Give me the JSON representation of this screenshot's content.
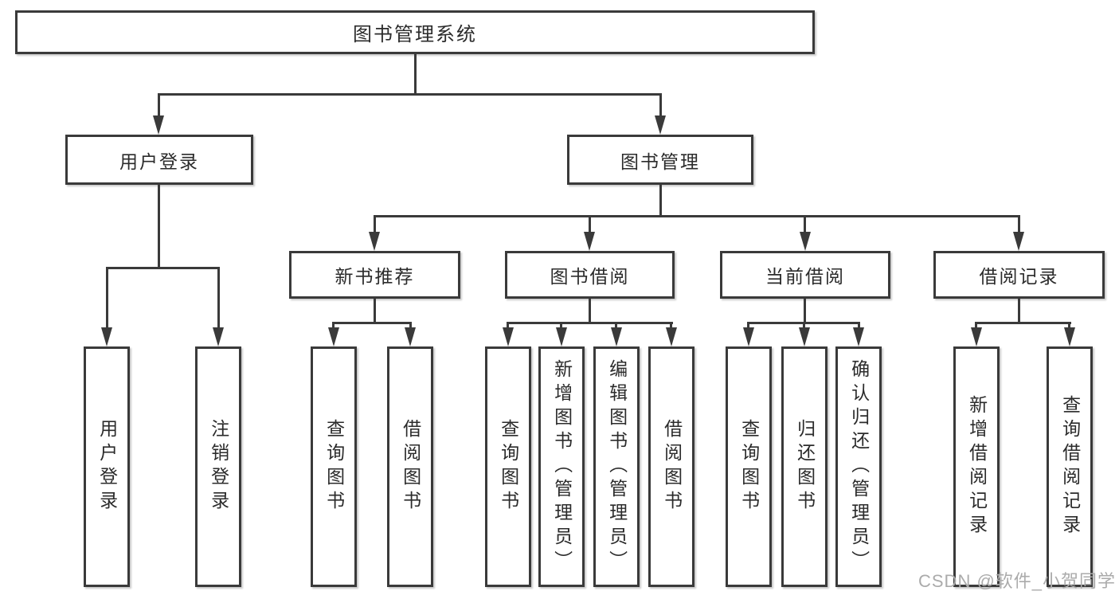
{
  "tree": {
    "root": {
      "label": "图书管理系统",
      "children": [
        {
          "label": "用户登录",
          "children": [
            {
              "label": "用户登录"
            },
            {
              "label": "注销登录"
            }
          ]
        },
        {
          "label": "图书管理",
          "children": [
            {
              "label": "新书推荐",
              "children": [
                {
                  "label": "查询图书"
                },
                {
                  "label": "借阅图书"
                }
              ]
            },
            {
              "label": "图书借阅",
              "children": [
                {
                  "label": "查询图书"
                },
                {
                  "label": "新增图书（管理员）"
                },
                {
                  "label": "编辑图书（管理员）"
                },
                {
                  "label": "借阅图书"
                }
              ]
            },
            {
              "label": "当前借阅",
              "children": [
                {
                  "label": "查询图书"
                },
                {
                  "label": "归还图书"
                },
                {
                  "label": "确认归还（管理员）"
                }
              ]
            },
            {
              "label": "借阅记录",
              "children": [
                {
                  "label": "新增借阅记录"
                },
                {
                  "label": "查询借阅记录"
                }
              ]
            }
          ]
        }
      ]
    }
  },
  "watermark": {
    "text": "CSDN @软件_小贺同学"
  },
  "colors": {
    "line": "#3a3a3a",
    "box_border": "#3a3a3a",
    "text": "#2b2b2b",
    "background": "#ffffff",
    "watermark": "#ababab"
  }
}
